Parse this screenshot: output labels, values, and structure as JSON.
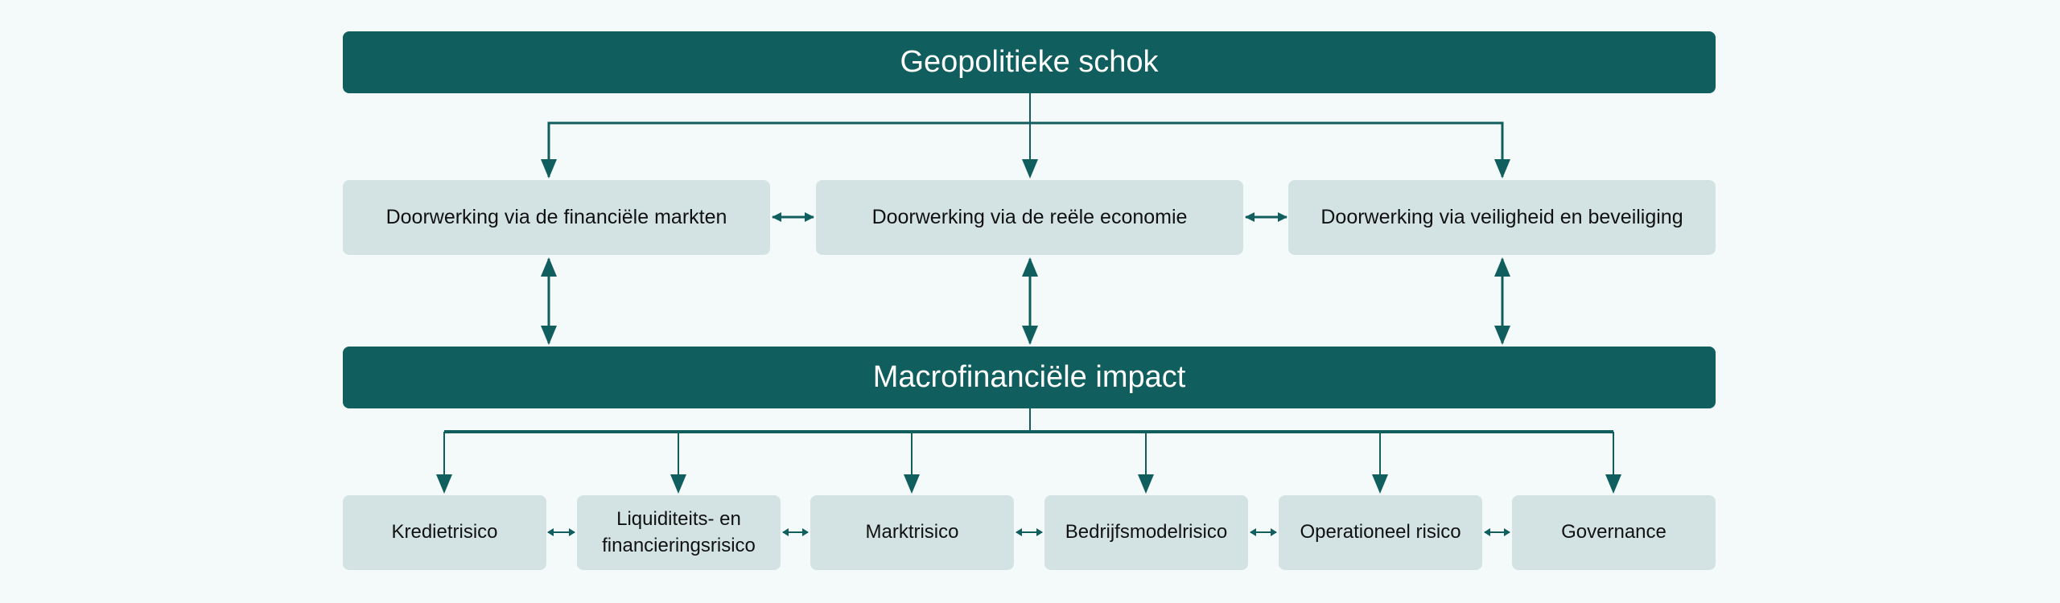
{
  "top": {
    "title": "Geopolitieke schok"
  },
  "channels": [
    {
      "label": "Doorwerking via de financiële markten"
    },
    {
      "label": "Doorwerking via de reële economie"
    },
    {
      "label": "Doorwerking via veiligheid en beveiliging"
    }
  ],
  "impact": {
    "title": "Macrofinanciële impact"
  },
  "risks": [
    {
      "label": "Kredietrisico"
    },
    {
      "label": "Liquiditeits- en financieringsrisico"
    },
    {
      "label": "Marktrisico"
    },
    {
      "label": "Bedrijfsmodelrisico"
    },
    {
      "label": "Operationeel risico"
    },
    {
      "label": "Governance"
    }
  ],
  "colors": {
    "dark": "#115e5e",
    "box": "#d3e3e3",
    "background": "#f4f9f9"
  }
}
